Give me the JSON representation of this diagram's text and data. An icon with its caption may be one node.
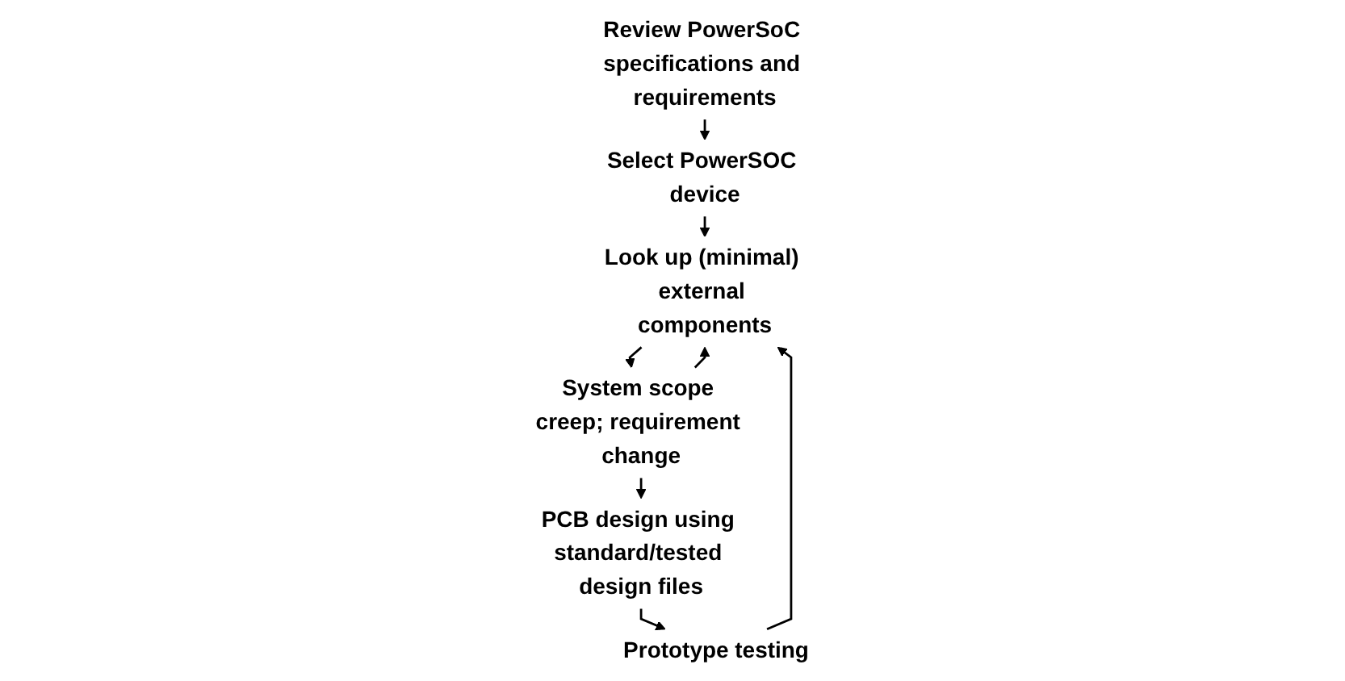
{
  "diagram": {
    "nodes": [
      {
        "text": [
          "Review PowerSoC specifications and requirements"
        ]
      },
      {
        "text": [
          "Select PowerSOC device"
        ]
      },
      {
        "text": [
          "Look up (minimal) external components"
        ]
      },
      {
        "text": [
          "System scope creep; requirement change"
        ]
      },
      {
        "text": [
          "PCB design using standard/tested design files"
        ]
      },
      {
        "text": [
          "Prototype testing"
        ]
      }
    ],
    "edges": [
      {
        "from": 0,
        "to": 1,
        "arrow": "to"
      },
      {
        "from": 1,
        "to": 2,
        "arrow": "to"
      },
      {
        "from": 2,
        "to": 3,
        "arrow": "to"
      },
      {
        "from": 3,
        "to": 4,
        "arrow": "to"
      },
      {
        "from": 4,
        "to": 5,
        "arrow": "to"
      },
      {
        "from": 3,
        "to": 2,
        "arrow": "to"
      },
      {
        "from": 5,
        "to": 2,
        "arrow": "to"
      }
    ]
  }
}
